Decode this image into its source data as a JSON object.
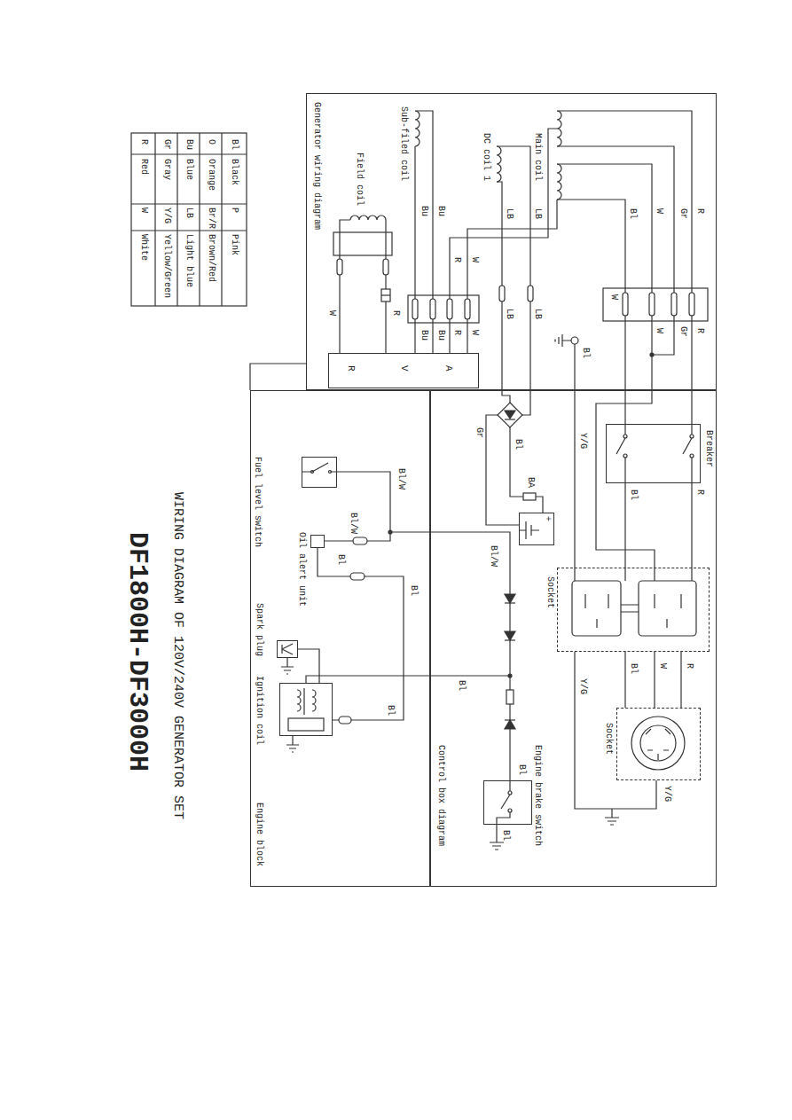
{
  "diagram": {
    "title": "WIRING DIAGRAM OF 120V/240V GENERATOR SET",
    "nodes": [
      {
        "text": [
          "Generator wiring diagram"
        ]
      },
      {
        "text": [
          "A",
          "V",
          "R"
        ],
        "in": 0
      },
      {
        "text": [
          "Control box diagram"
        ]
      },
      {
        "text": [
          "Breaker"
        ],
        "in": 2
      },
      {
        "text": [
          "+"
        ],
        "in": 2
      },
      {
        "text": [
          "Socket"
        ],
        "in": 2
      },
      {
        "text": [
          "Socket"
        ],
        "in": 2
      },
      {
        "text": [
          "Engine brake switch"
        ],
        "in": 2
      },
      {
        "text": [
          "Engine block"
        ]
      },
      {
        "text": [
          "Fuel level switch"
        ],
        "in": 8
      },
      {
        "text": [
          "Oil alert unit"
        ],
        "in": 8
      },
      {
        "text": [
          "Spark plug"
        ],
        "in": 8
      },
      {
        "text": [
          "Ignition coil"
        ],
        "in": 8
      }
    ],
    "edges": [
      {
        "from": 3,
        "to": 5,
        "arrow": "none"
      },
      {
        "from": 5,
        "to": 6,
        "arrow": "none"
      },
      {
        "from": 9,
        "to": 10,
        "arrow": "none"
      },
      {
        "from": 10,
        "to": 12,
        "arrow": "none"
      },
      {
        "from": 7,
        "to": 12,
        "arrow": "none"
      },
      {
        "from": 11,
        "to": 12,
        "arrow": "none"
      }
    ],
    "labels": [
      "DF1800H-DF3000H",
      "Bl",
      "Black",
      "P",
      "Pink",
      "O",
      "Orange",
      "Br/R",
      "Brown/Red",
      "Bu",
      "Blue",
      "LB",
      "Light blue",
      "Gr",
      "Gray",
      "Y/G",
      "Yellow/Green",
      "R",
      "Red",
      "W",
      "White",
      "Main coil",
      "DC coil 1",
      "Sub-filed coil",
      "Field coil",
      "R",
      "Gr",
      "W",
      "Bl",
      "LB",
      "LB",
      "W",
      "R",
      "Bu",
      "Bu",
      "R",
      "Gr",
      "W",
      "W",
      "Bl",
      "LB",
      "LB",
      "Bu",
      "Bu",
      "R",
      "W",
      "W",
      "R",
      "Y/G",
      "Bl",
      "R",
      "Gr",
      "Bl",
      "BA",
      "Bl/W",
      "Bl",
      "W",
      "R",
      "Y/G",
      "Bl",
      "Bl",
      "Bl",
      "Y/G",
      "Bl/W",
      "Bl/W",
      "Bl",
      "Bl",
      "Bl"
    ]
  }
}
